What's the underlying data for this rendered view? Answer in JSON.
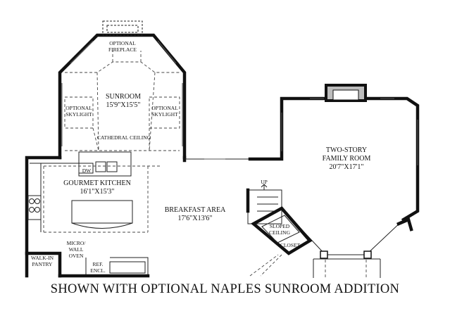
{
  "caption": "SHOWN WITH OPTIONAL NAPLES SUNROOM ADDITION",
  "rooms": {
    "fireplace_sunroom": {
      "line1": "OPTIONAL",
      "line2": "FIREPLACE"
    },
    "sunroom": {
      "name": "SUNROOM",
      "dims": "15'9\"X15'5\""
    },
    "skylight_left": {
      "line1": "OPTIONAL",
      "line2": "SKYLIGHT"
    },
    "skylight_right": {
      "line1": "OPTIONAL",
      "line2": "SKYLIGHT"
    },
    "cathedral": "CATHEDRAL CEILING",
    "family_room": {
      "line1": "TWO-STORY",
      "line2": "FAMILY ROOM",
      "dims": "20'7\"X17'1\""
    },
    "kitchen": {
      "name": "GOURMET KITCHEN",
      "dims": "16'1\"X15'3\""
    },
    "dw": "DW",
    "breakfast": {
      "name": "BREAKFAST AREA",
      "dims": "17'6\"X13'6\""
    },
    "stairs_up": "UP",
    "sloped": {
      "line1": "SLOPED",
      "line2": "CEILING"
    },
    "closet": "CLOSET",
    "micro": {
      "line1": "MICRO/",
      "line2": "WALL",
      "line3": "OVEN"
    },
    "pantry": {
      "line1": "WALK-IN",
      "line2": "PANTRY"
    },
    "ref": {
      "line1": "REF.",
      "line2": "ENCL."
    }
  }
}
